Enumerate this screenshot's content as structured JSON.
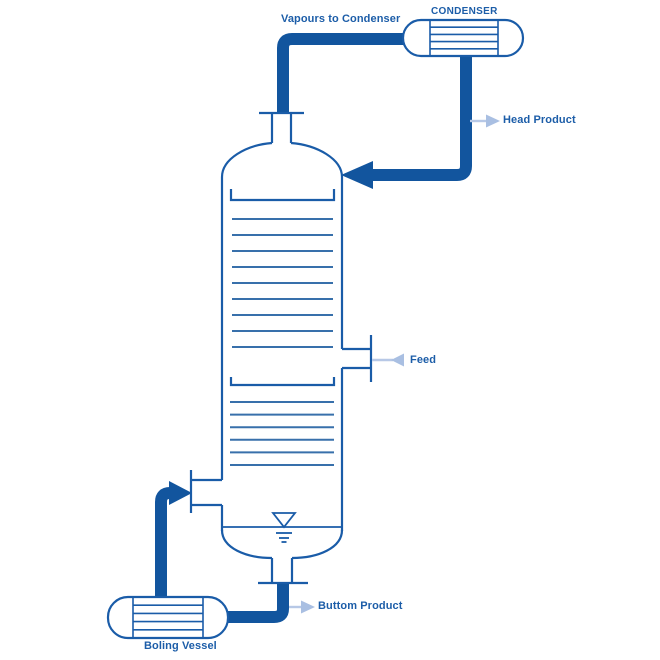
{
  "diagram": {
    "title": "Distillation column with condenser and boiling vessel - process flow diagram",
    "labels": {
      "vapours_to_condenser": "Vapours to Condenser",
      "condenser": "CONDENSER",
      "head_product": "Head Product",
      "feed": "Feed",
      "buttom_product": "Buttom Product",
      "boiling_vessel": "Boling Vessel"
    },
    "components": [
      "distillation-column",
      "condenser",
      "boiling-vessel",
      "vapour-pipe",
      "reflux-pipe",
      "reboiler-return-pipe",
      "bottoms-pipe",
      "feed-nozzle",
      "liquid-level-indicator"
    ],
    "trays": {
      "upper_count": 9,
      "lower_count": 6
    },
    "colors": {
      "pipe": "#12559E",
      "outline": "#1A5CA8",
      "tray": "#3870AB",
      "arrow_light": "#A9BFE2",
      "arrow_line": "#B7C8E6",
      "label_text": "#1C5DA8",
      "background": "#FFFFFF"
    }
  }
}
